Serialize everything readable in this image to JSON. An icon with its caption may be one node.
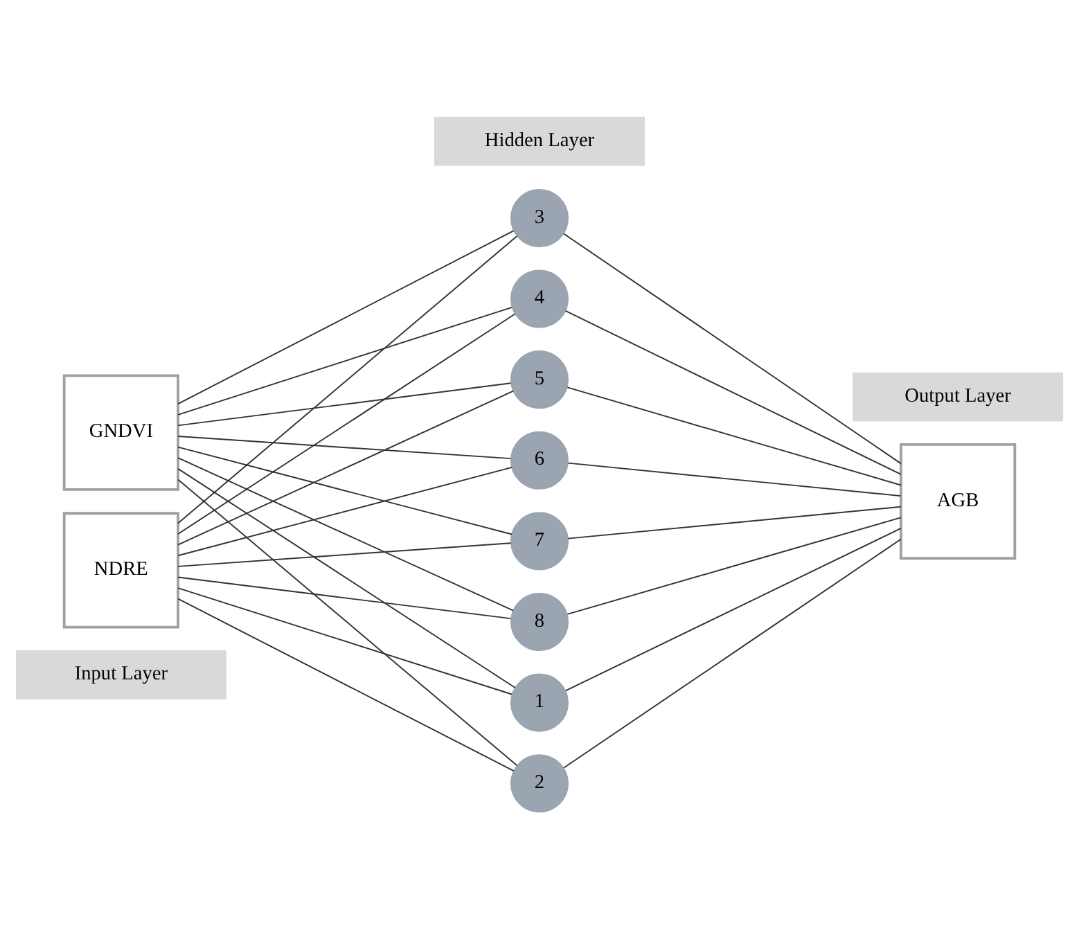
{
  "diagram": {
    "nodes": [
      {
        "text": [
          "Input Layer"
        ]
      },
      {
        "text": [
          "Hidden Layer"
        ]
      },
      {
        "text": [
          "Output Layer"
        ]
      },
      {
        "text": [
          "GNDVI"
        ]
      },
      {
        "text": [
          "NDRE"
        ]
      },
      {
        "text": [
          "1"
        ]
      },
      {
        "text": [
          "2"
        ]
      },
      {
        "text": [
          "3"
        ]
      },
      {
        "text": [
          "4"
        ]
      },
      {
        "text": [
          "5"
        ]
      },
      {
        "text": [
          "6"
        ]
      },
      {
        "text": [
          "7"
        ]
      },
      {
        "text": [
          "8"
        ]
      },
      {
        "text": [
          "AGB"
        ]
      }
    ],
    "edges": [
      {
        "from": 3,
        "to": 5,
        "arrow": "none"
      },
      {
        "from": 3,
        "to": 6,
        "arrow": "none"
      },
      {
        "from": 3,
        "to": 7,
        "arrow": "none"
      },
      {
        "from": 3,
        "to": 8,
        "arrow": "none"
      },
      {
        "from": 3,
        "to": 9,
        "arrow": "none"
      },
      {
        "from": 3,
        "to": 10,
        "arrow": "none"
      },
      {
        "from": 3,
        "to": 11,
        "arrow": "none"
      },
      {
        "from": 3,
        "to": 12,
        "arrow": "none"
      },
      {
        "from": 4,
        "to": 5,
        "arrow": "none"
      },
      {
        "from": 4,
        "to": 6,
        "arrow": "none"
      },
      {
        "from": 4,
        "to": 7,
        "arrow": "none"
      },
      {
        "from": 4,
        "to": 8,
        "arrow": "none"
      },
      {
        "from": 4,
        "to": 9,
        "arrow": "none"
      },
      {
        "from": 4,
        "to": 10,
        "arrow": "none"
      },
      {
        "from": 4,
        "to": 11,
        "arrow": "none"
      },
      {
        "from": 4,
        "to": 12,
        "arrow": "none"
      },
      {
        "from": 5,
        "to": 13,
        "arrow": "none"
      },
      {
        "from": 6,
        "to": 13,
        "arrow": "none"
      },
      {
        "from": 7,
        "to": 13,
        "arrow": "none"
      },
      {
        "from": 8,
        "to": 13,
        "arrow": "none"
      },
      {
        "from": 9,
        "to": 13,
        "arrow": "none"
      },
      {
        "from": 10,
        "to": 13,
        "arrow": "none"
      },
      {
        "from": 11,
        "to": 13,
        "arrow": "none"
      },
      {
        "from": 12,
        "to": 13,
        "arrow": "none"
      }
    ]
  }
}
